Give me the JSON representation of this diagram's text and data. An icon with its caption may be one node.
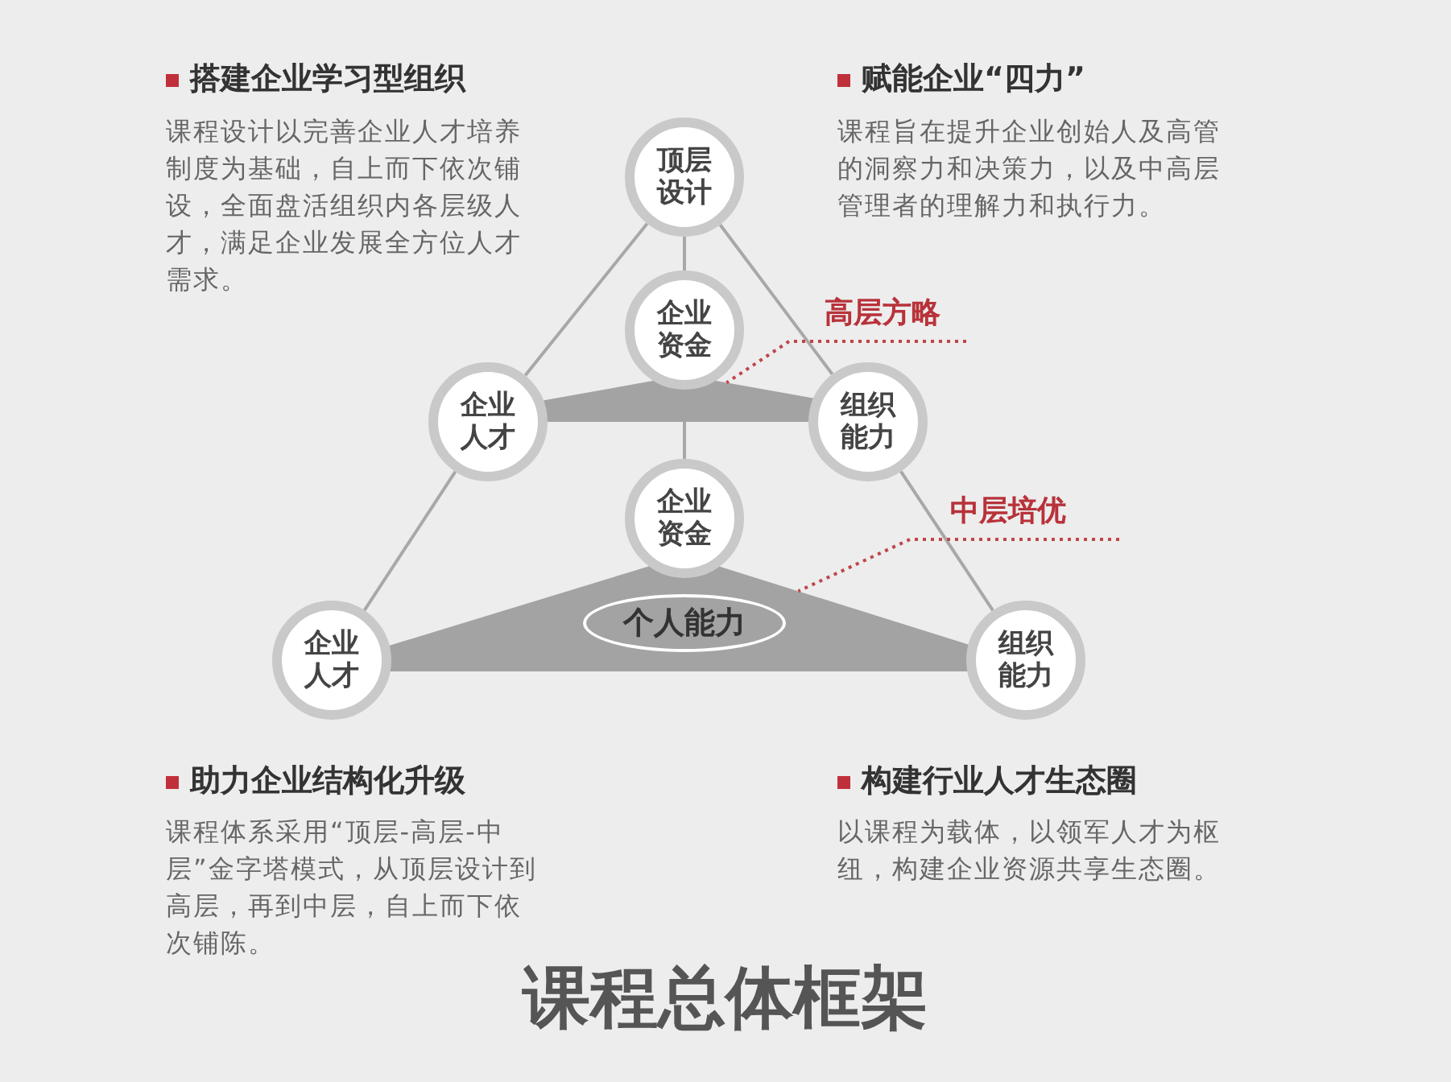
{
  "diagram": {
    "title": "课程总体框架",
    "nodes": [
      {
        "text": [
          "顶层设计"
        ]
      },
      {
        "text": [
          "高层方略"
        ]
      },
      {
        "text": [
          "企业资金"
        ]
      },
      {
        "text": [],
        "shape": "triangle"
      },
      {
        "text": [
          "企业人才"
        ]
      },
      {
        "text": [
          "组织能力"
        ]
      },
      {
        "text": [
          "中层培优"
        ]
      },
      {
        "text": [
          "企业资金"
        ]
      },
      {
        "text": [],
        "shape": "triangle"
      },
      {
        "text": [
          "个人能力"
        ],
        "in": 8
      },
      {
        "text": [
          "企业人才"
        ]
      },
      {
        "text": [
          "组织能力"
        ]
      }
    ],
    "edges": [
      {
        "from": 0,
        "to": 2,
        "arrow": "none"
      },
      {
        "from": 0,
        "to": 4,
        "arrow": "none"
      },
      {
        "from": 0,
        "to": 5,
        "arrow": "none"
      },
      {
        "from": 1,
        "to": 3,
        "arrow": "none",
        "style": "dashed",
        "color": "#c0454a"
      },
      {
        "from": 3,
        "to": 7,
        "arrow": "none"
      },
      {
        "from": 4,
        "to": 10,
        "arrow": "none"
      },
      {
        "from": 5,
        "to": 11,
        "arrow": "none"
      },
      {
        "from": 6,
        "to": 8,
        "arrow": "none",
        "style": "dashed",
        "color": "#c0454a"
      }
    ],
    "labels": [
      "搭建企业学习型组织",
      "课程设计以完善企业人才培养制度为基础，自上而下依次铺设，全面盘活组织内各层级人才，满足企业发展全方位人才需求。",
      "赋能企业“四力”",
      "课程旨在提升企业创始人及高管的洞察力和决策力，以及中高层管理者的理解力和执行力。",
      "助力企业结构化升级",
      "课程体系采用“顶层-高层-中层”金字塔模式，从顶层设计到高层，再到中层，自上而下依次铺陈。",
      "构建行业人才生态圈",
      "以课程为载体，以领军人才为枢纽，构建企业资源共享生态圈。"
    ]
  }
}
